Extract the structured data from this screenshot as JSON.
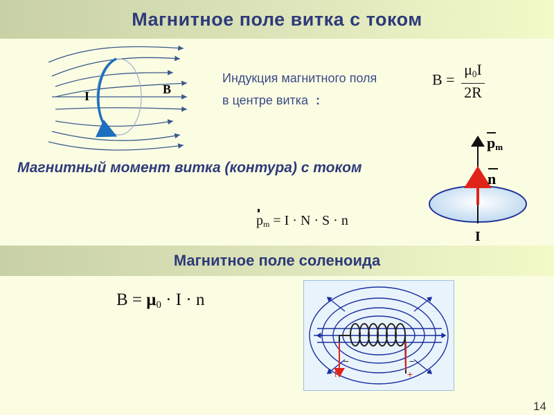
{
  "title": "Магнитное поле витка с током",
  "loop": {
    "current_label": "I",
    "field_label": "B"
  },
  "induction": {
    "line1": "Индукция магнитного поля",
    "line2": "в центре витка",
    "colon": ":",
    "formula_lhs": "B =",
    "formula_num_mu": "μ",
    "formula_num_sub": "0",
    "formula_num_rest": "I",
    "formula_den": "2R"
  },
  "moment": {
    "heading": "Магнитный момент витка (контура) с током",
    "pm_label": "p",
    "pm_sub": "m",
    "n_label": "n",
    "current_label": "I",
    "formula_p": "p",
    "formula_sub": "m",
    "formula_rhs": "= I · N · S · n"
  },
  "solenoid": {
    "heading": "Магнитное поле соленоида",
    "formula_lhs": "B =",
    "formula_mu": "μ",
    "formula_sub": "0",
    "formula_rest": "· I · n",
    "minus_left": "−",
    "minus_right": "−",
    "current_label": "I",
    "plus": "+"
  },
  "page_number": "14",
  "colors": {
    "heading": "#2e3a7a",
    "band_left": "#c8d0a6",
    "band_right": "#f3fac8",
    "background": "#fbfde3",
    "loop_blue": "#2c7bc0",
    "arrow_red": "#e0241a",
    "disk_fill": "#dfeefa",
    "disk_stroke": "#223399"
  }
}
